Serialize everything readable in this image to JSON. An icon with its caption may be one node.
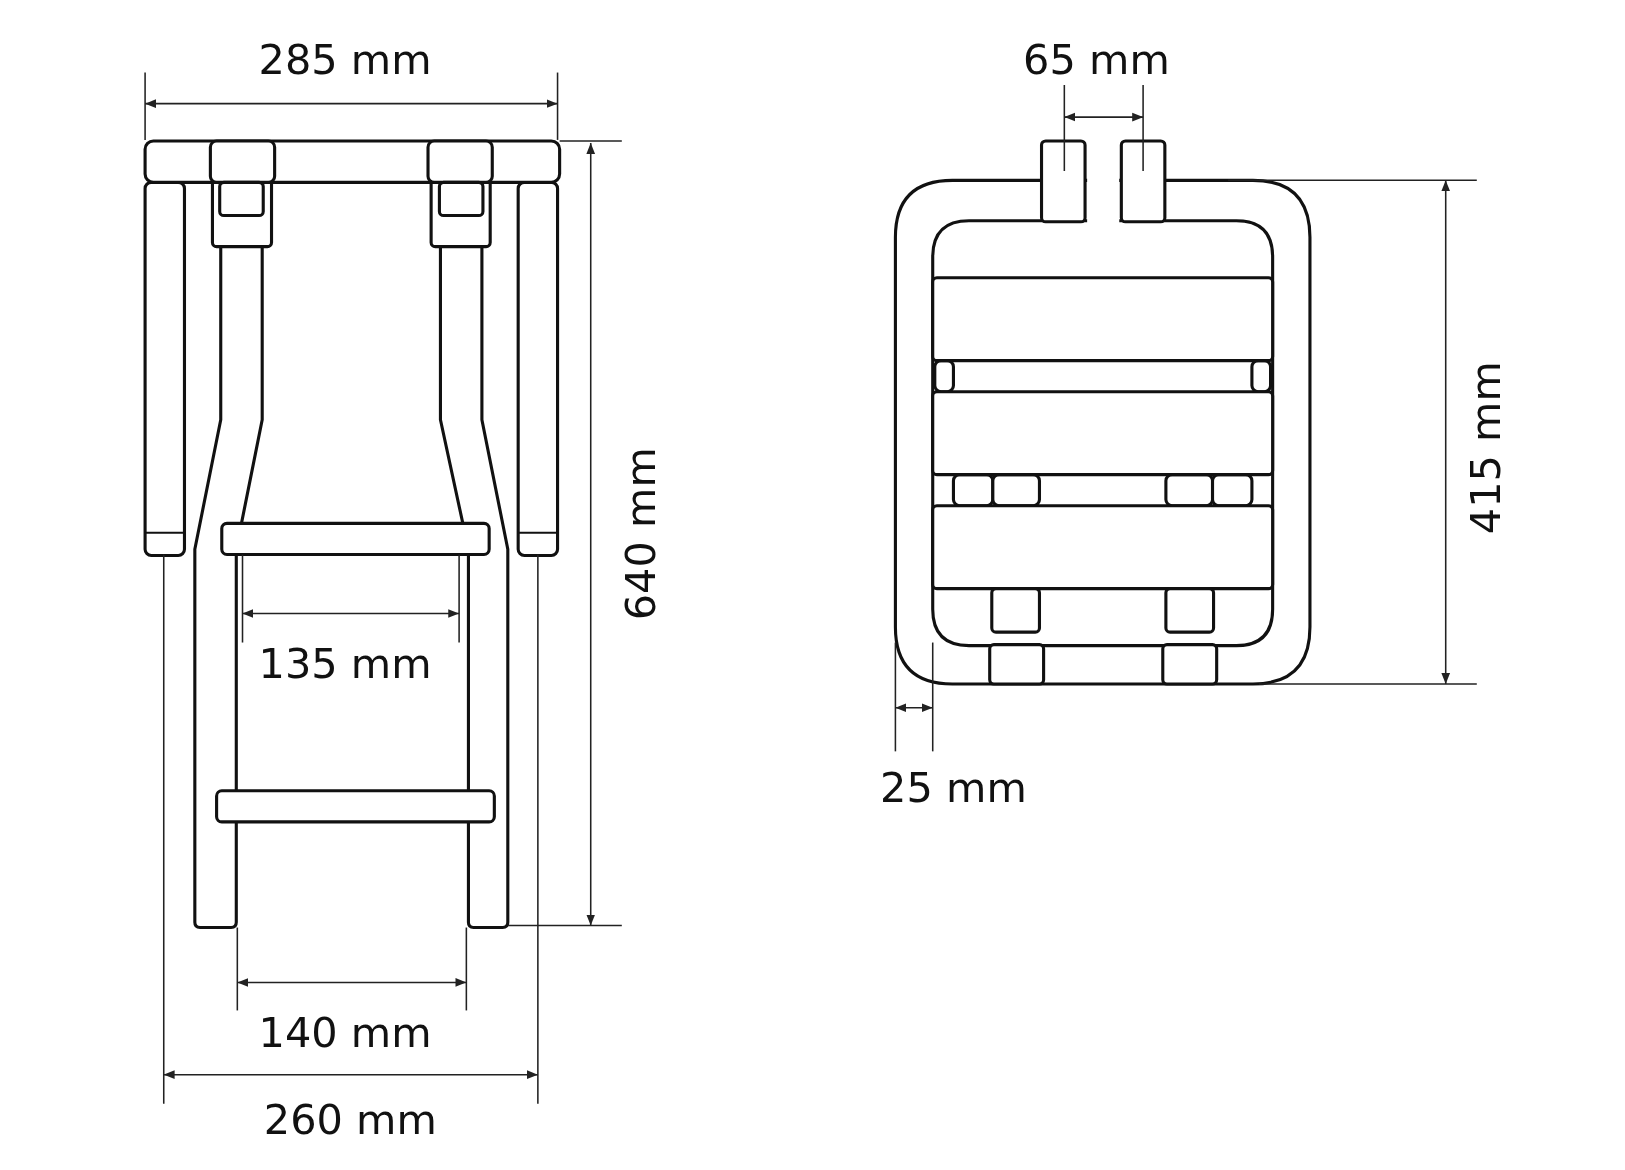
{
  "diagram": {
    "labels": [
      "285 mm",
      "65 mm",
      "415 mm",
      "640 mm",
      "135 mm",
      "25 mm",
      "140 mm",
      "260 mm"
    ]
  }
}
